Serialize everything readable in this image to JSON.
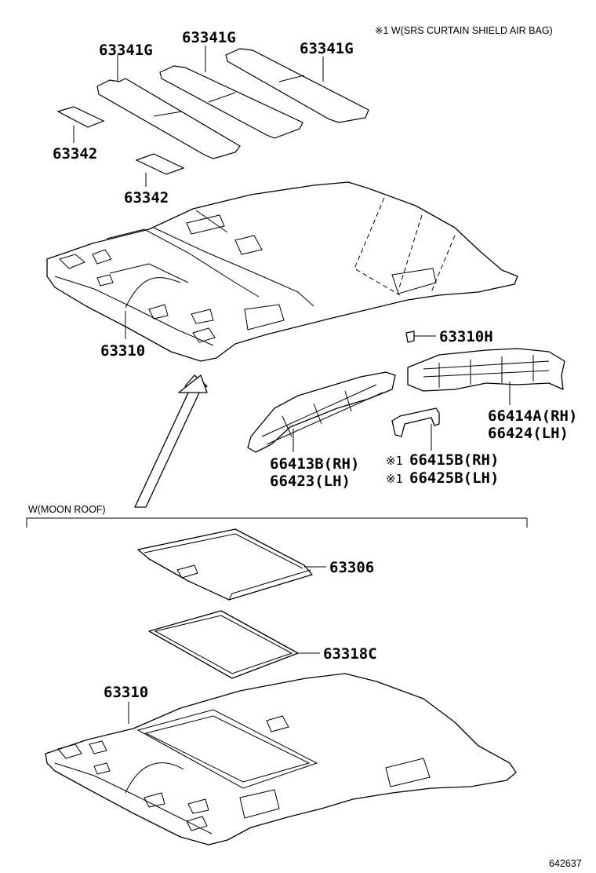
{
  "note": "※1 W(SRS CURTAIN SHIELD AIR BAG)",
  "section_label": "W(MOON ROOF)",
  "diagram_id": "642637",
  "labels": {
    "p63341g_1": "63341G",
    "p63341g_2": "63341G",
    "p63341g_3": "63341G",
    "p63342_1": "63342",
    "p63342_2": "63342",
    "p63310_top": "63310",
    "p63310h": "63310H",
    "p66414a": "66414A(RH)",
    "p66424": "66424(LH)",
    "p66413b": "66413B(RH)",
    "p66423": "66423(LH)",
    "p66415b": "66415B(RH)",
    "p66425b": "66425B(LH)",
    "p63306": "63306",
    "p63318c": "63318C",
    "p63310_bottom": "63310"
  },
  "mark_1": "※1",
  "mark_2": "※1"
}
